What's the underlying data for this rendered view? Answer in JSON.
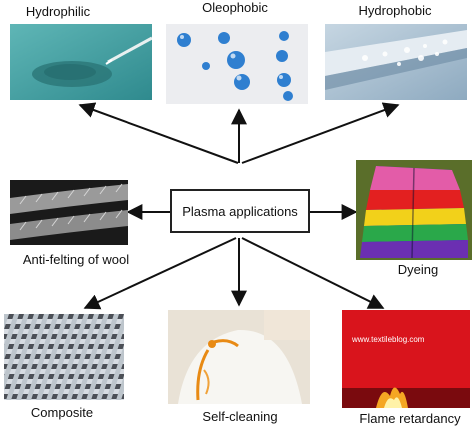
{
  "center": {
    "label": "Plasma applications"
  },
  "applications": [
    {
      "key": "hydrophilic",
      "label": "Hydrophilic"
    },
    {
      "key": "oleophobic",
      "label": "Oleophobic"
    },
    {
      "key": "hydrophobic",
      "label": "Hydrophobic"
    },
    {
      "key": "anti-felting",
      "label": "Anti-felting of wool"
    },
    {
      "key": "dyeing",
      "label": "Dyeing"
    },
    {
      "key": "composite",
      "label": "Composite"
    },
    {
      "key": "self-cleaning",
      "label": "Self-cleaning"
    },
    {
      "key": "flame-retardancy",
      "label": "Flame retardancy"
    }
  ],
  "watermark": "www.textileblog.com",
  "colors": {
    "arrow": "#111111",
    "box_border": "#222222",
    "flame_fabric": "#d9141c"
  }
}
